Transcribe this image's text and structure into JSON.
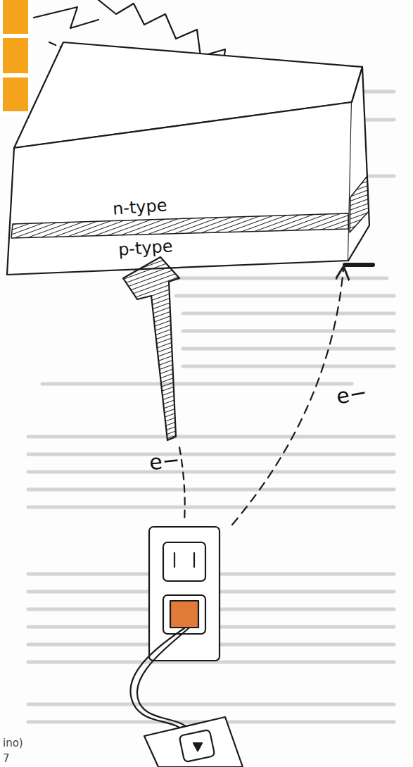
{
  "diagram": {
    "labels": [
      "n-type",
      "p-type",
      "e−",
      "e−",
      "ino)",
      "7"
    ]
  }
}
